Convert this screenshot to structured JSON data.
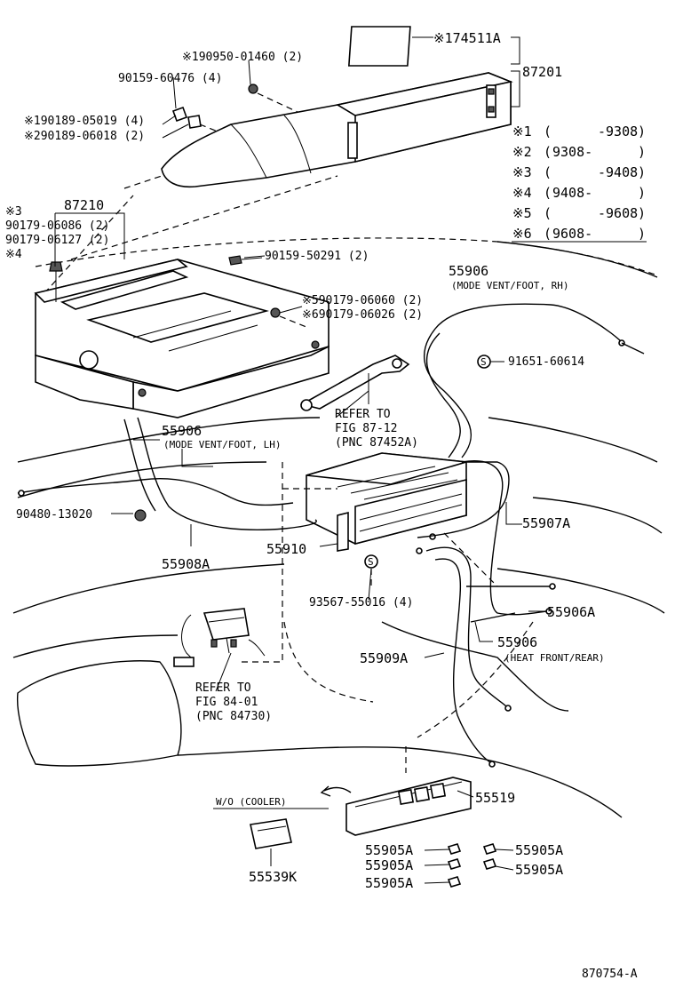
{
  "diagram_id": "870754-A",
  "labels": {
    "p174511a": "※174511A",
    "p87201": "87201",
    "p190950": "※190950-01460 (2)",
    "p9015960476": "90159-60476 (4)",
    "p190189a": "※190189-05019 (4)",
    "p290189b": "※290189-06018 (2)",
    "p87210": "87210",
    "p3": "※3",
    "p9017906086": "90179-06086 (2)",
    "p9017906127": "90179-06127 (2)",
    "p4": "※4",
    "p9015950291": "90159-50291 (2)",
    "p55906rh": "55906",
    "p55906rh_sub": "(MODE VENT/FOOT, RH)",
    "p590179": "※590179-06060 (2)",
    "p690179": "※690179-06026 (2)",
    "p9165160614": "91651-60614",
    "refer1_a": "REFER TO",
    "refer1_b": "FIG 87-12",
    "refer1_c": "(PNC 87452A)",
    "p55906lh": "55906",
    "p55906lh_sub": "(MODE VENT/FOOT, LH)",
    "p9048013020": "90480-13020",
    "p55907a": "55907A",
    "p55908a": "55908A",
    "p55910": "55910",
    "p9356755016": "93567-55016 (4)",
    "p55906a": "55906A",
    "p55906hf": "55906",
    "p55906hf_sub": "(HEAT FRONT/REAR)",
    "p55909a": "55909A",
    "refer2_a": "REFER TO",
    "refer2_b": "FIG 84-01",
    "refer2_c": "(PNC 84730)",
    "wo_cooler": "W/O (COOLER)",
    "p55519": "55519",
    "p55539k": "55539K",
    "p55905a_1": "55905A",
    "p55905a_2": "55905A",
    "p55905a_3": "55905A",
    "p55905a_4": "55905A",
    "p55905a_5": "55905A",
    "s_mark_1": "S",
    "s_mark_2": "S"
  },
  "legend": {
    "rows": [
      {
        "mark": "※1",
        "open": "(",
        "from": "",
        "to": "-9308",
        "close": ")"
      },
      {
        "mark": "※2",
        "open": "(",
        "from": "9308-",
        "to": "",
        "close": ")"
      },
      {
        "mark": "※3",
        "open": "(",
        "from": "",
        "to": "-9408",
        "close": ")"
      },
      {
        "mark": "※4",
        "open": "(",
        "from": "9408-",
        "to": "",
        "close": ")"
      },
      {
        "mark": "※5",
        "open": "(",
        "from": "",
        "to": "-9608",
        "close": ")"
      },
      {
        "mark": "※6",
        "open": "(",
        "from": "9608-",
        "to": "",
        "close": ")"
      }
    ]
  }
}
